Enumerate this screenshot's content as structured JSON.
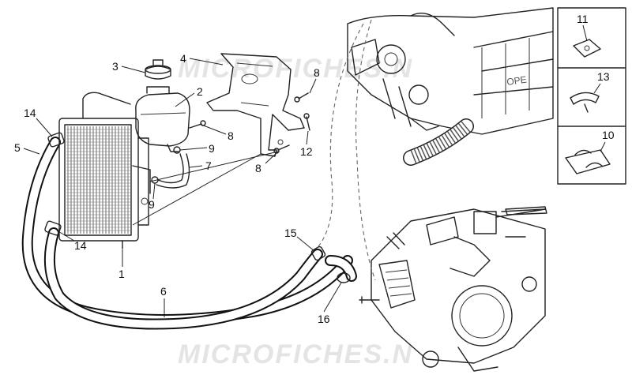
{
  "watermark": "MICROFICHES.N",
  "callouts": [
    "1",
    "2",
    "3",
    "4",
    "5",
    "6",
    "7",
    "8",
    "8",
    "8",
    "9",
    "9",
    "10",
    "11",
    "12",
    "13",
    "14",
    "14",
    "15",
    "16"
  ],
  "inset": {
    "labels": [
      "11",
      "13",
      "10"
    ]
  }
}
